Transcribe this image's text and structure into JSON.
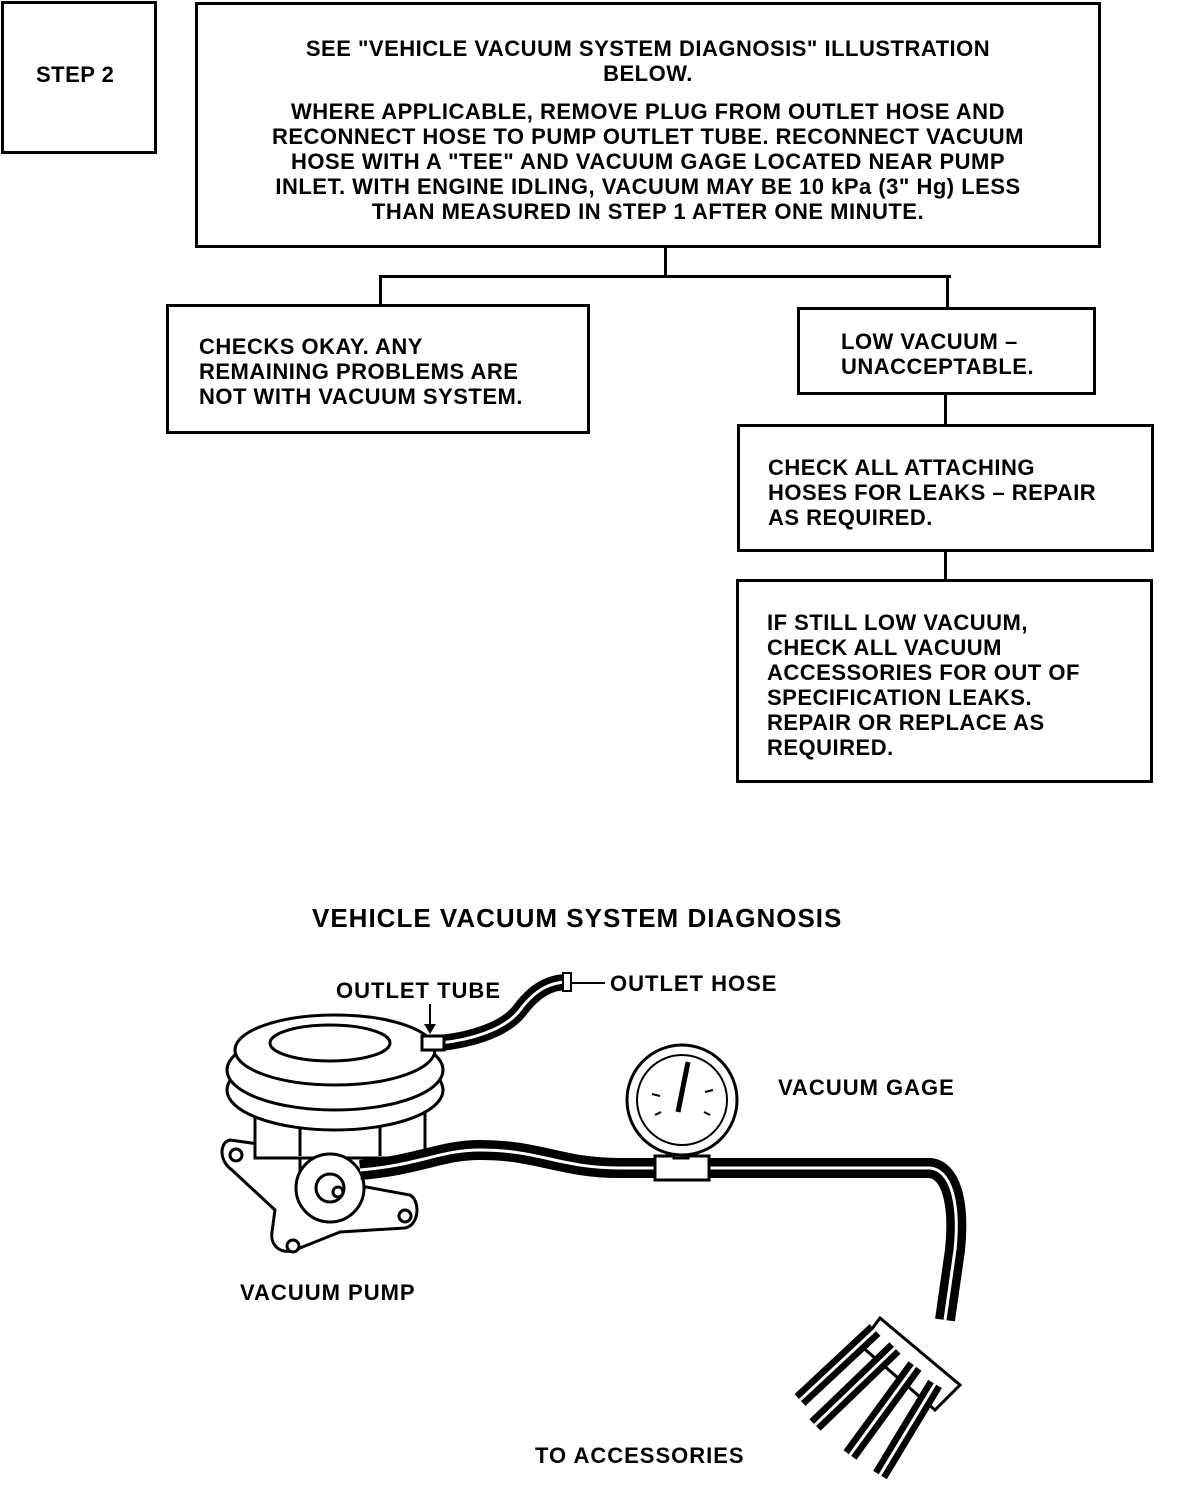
{
  "flowchart": {
    "step_label": "STEP 2",
    "main_box": {
      "line1": "SEE \"VEHICLE VACUUM SYSTEM DIAGNOSIS\" ILLUSTRATION",
      "line2": "BELOW.",
      "para": [
        "WHERE APPLICABLE, REMOVE PLUG FROM OUTLET HOSE AND",
        "RECONNECT HOSE TO PUMP OUTLET TUBE. RECONNECT VACUUM",
        "HOSE WITH A \"TEE\" AND VACUUM GAGE LOCATED NEAR PUMP",
        "INLET. WITH ENGINE IDLING, VACUUM MAY BE 10 kPa (3\" Hg) LESS",
        "THAN MEASURED IN STEP 1 AFTER ONE MINUTE."
      ]
    },
    "ok_box": [
      "CHECKS OKAY. ANY",
      "REMAINING PROBLEMS ARE",
      "NOT WITH VACUUM SYSTEM."
    ],
    "low_box": [
      "LOW VACUUM –",
      "UNACCEPTABLE."
    ],
    "check_box": [
      "CHECK ALL ATTACHING",
      "HOSES FOR LEAKS – REPAIR",
      "AS REQUIRED."
    ],
    "still_box": [
      "IF STILL LOW VACUUM,",
      "CHECK ALL VACUUM",
      "ACCESSORIES FOR OUT OF",
      "SPECIFICATION LEAKS.",
      "REPAIR OR REPLACE AS",
      "REQUIRED."
    ]
  },
  "illustration": {
    "title": "VEHICLE VACUUM SYSTEM DIAGNOSIS",
    "labels": {
      "outlet_tube": "OUTLET TUBE",
      "outlet_hose": "OUTLET HOSE",
      "vacuum_gage": "VACUUM GAGE",
      "vacuum_pump": "VACUUM PUMP",
      "to_accessories": "TO ACCESSORIES"
    }
  }
}
